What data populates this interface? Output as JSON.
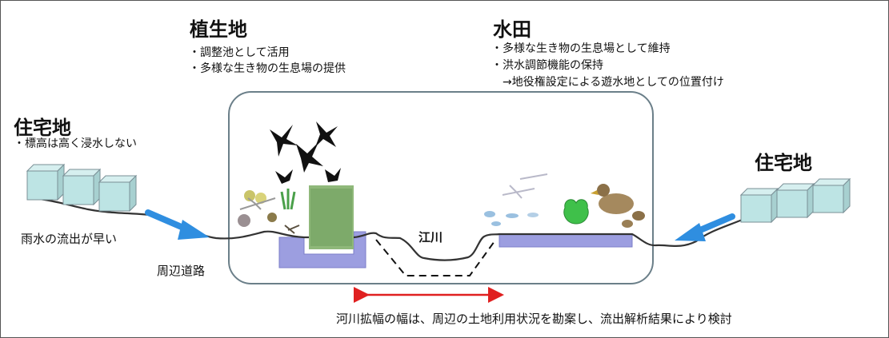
{
  "vegetation": {
    "title": "植生地",
    "bullets": [
      "・調整池として活用",
      "・多様な生き物の生息場の提供"
    ]
  },
  "paddy": {
    "title": "水田",
    "bullets": [
      "・多様な生き物の生息場として維持",
      "・洪水調節機能の保持",
      "　→地役権設定による遊水地としての位置付け"
    ]
  },
  "residential_left": {
    "title": "住宅地",
    "note": "・標高は高く浸水しない"
  },
  "residential_right": {
    "title": "住宅地"
  },
  "labels": {
    "rain_runoff": "雨水の流出が早い",
    "surrounding_road": "周辺道路",
    "river": "江川",
    "caption": "河川拡幅の幅は、周辺の土地利用状況を勘案し、流出解析結果により検討"
  },
  "colors": {
    "frame_border": "#6b7f89",
    "basin_fill": "#9c9ee0",
    "house_fill": "#bde4e4",
    "arrow_blue": "#2f8ee0",
    "arrow_red": "#e02020"
  }
}
